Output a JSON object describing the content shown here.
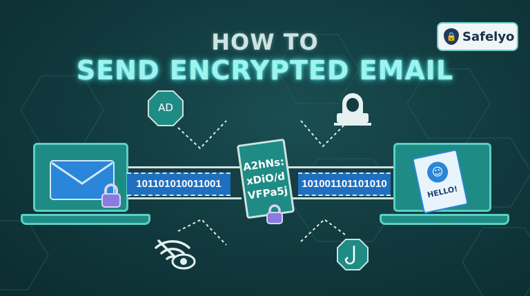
{
  "title": {
    "line1": "HOW TO",
    "line2": "SEND ENCRYPTED EMAIL"
  },
  "logo": {
    "brand": "Safelyo"
  },
  "left_stream": {
    "bits": "101101010011001"
  },
  "right_stream": {
    "bits": "101001101101010"
  },
  "encrypted_doc": {
    "text": [
      "A2hNs:",
      "xDiO/d",
      "VFPa5j"
    ]
  },
  "threats": {
    "ad_label": "AD"
  },
  "recipient_doc": {
    "text": "HELLO!"
  },
  "colors": {
    "background": "#123c40",
    "title": "#9ff3ee",
    "bits_band": "#1f6fc0",
    "laptop": "#1e8b84",
    "lock": "#8a7be0"
  }
}
